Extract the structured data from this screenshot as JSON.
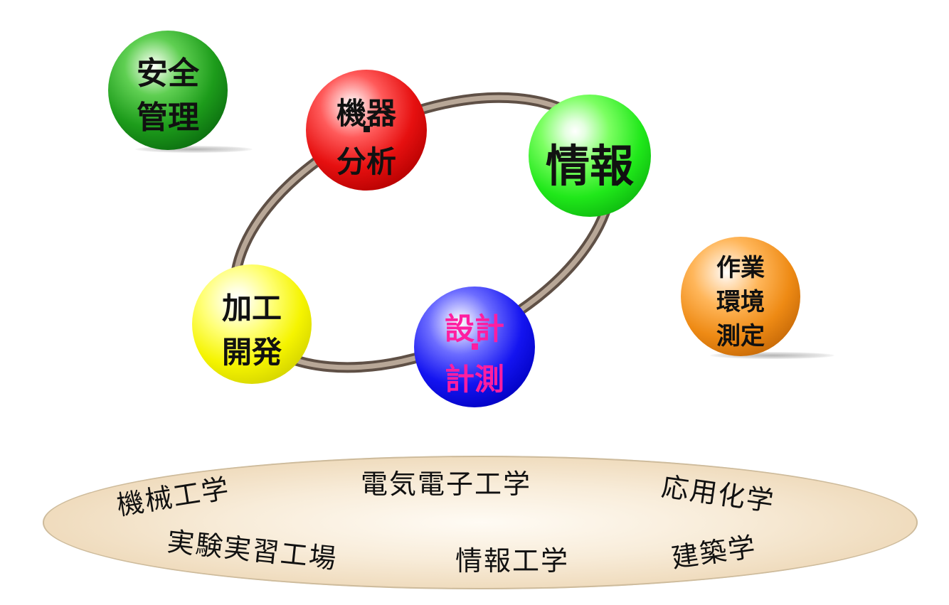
{
  "balls": {
    "safety": {
      "line1": "安全",
      "line2": "管理",
      "color": "#1d9c1b"
    },
    "instruments": {
      "line1": "機器",
      "line2": "分析",
      "color": "#e61010"
    },
    "information": {
      "label": "情報",
      "color": "#20e81a"
    },
    "machining": {
      "line1": "加工",
      "line2": "開発",
      "color": "#f5f400"
    },
    "design": {
      "line1": "設計",
      "line2": "計測",
      "color": "#1414f0",
      "text_color": "#ff1ea0"
    },
    "environment": {
      "line1": "作業",
      "line2": "環境",
      "line3": "測定",
      "color": "#ee8a14"
    }
  },
  "ring_color": "#7d6b5c",
  "fields": {
    "mechanical": "機械工学",
    "electrical": "電気電子工学",
    "chemistry": "応用化学",
    "workshop": "実験実習工場",
    "information_eng": "情報工学",
    "architecture": "建築学"
  },
  "disc_color": "#eed9b9"
}
